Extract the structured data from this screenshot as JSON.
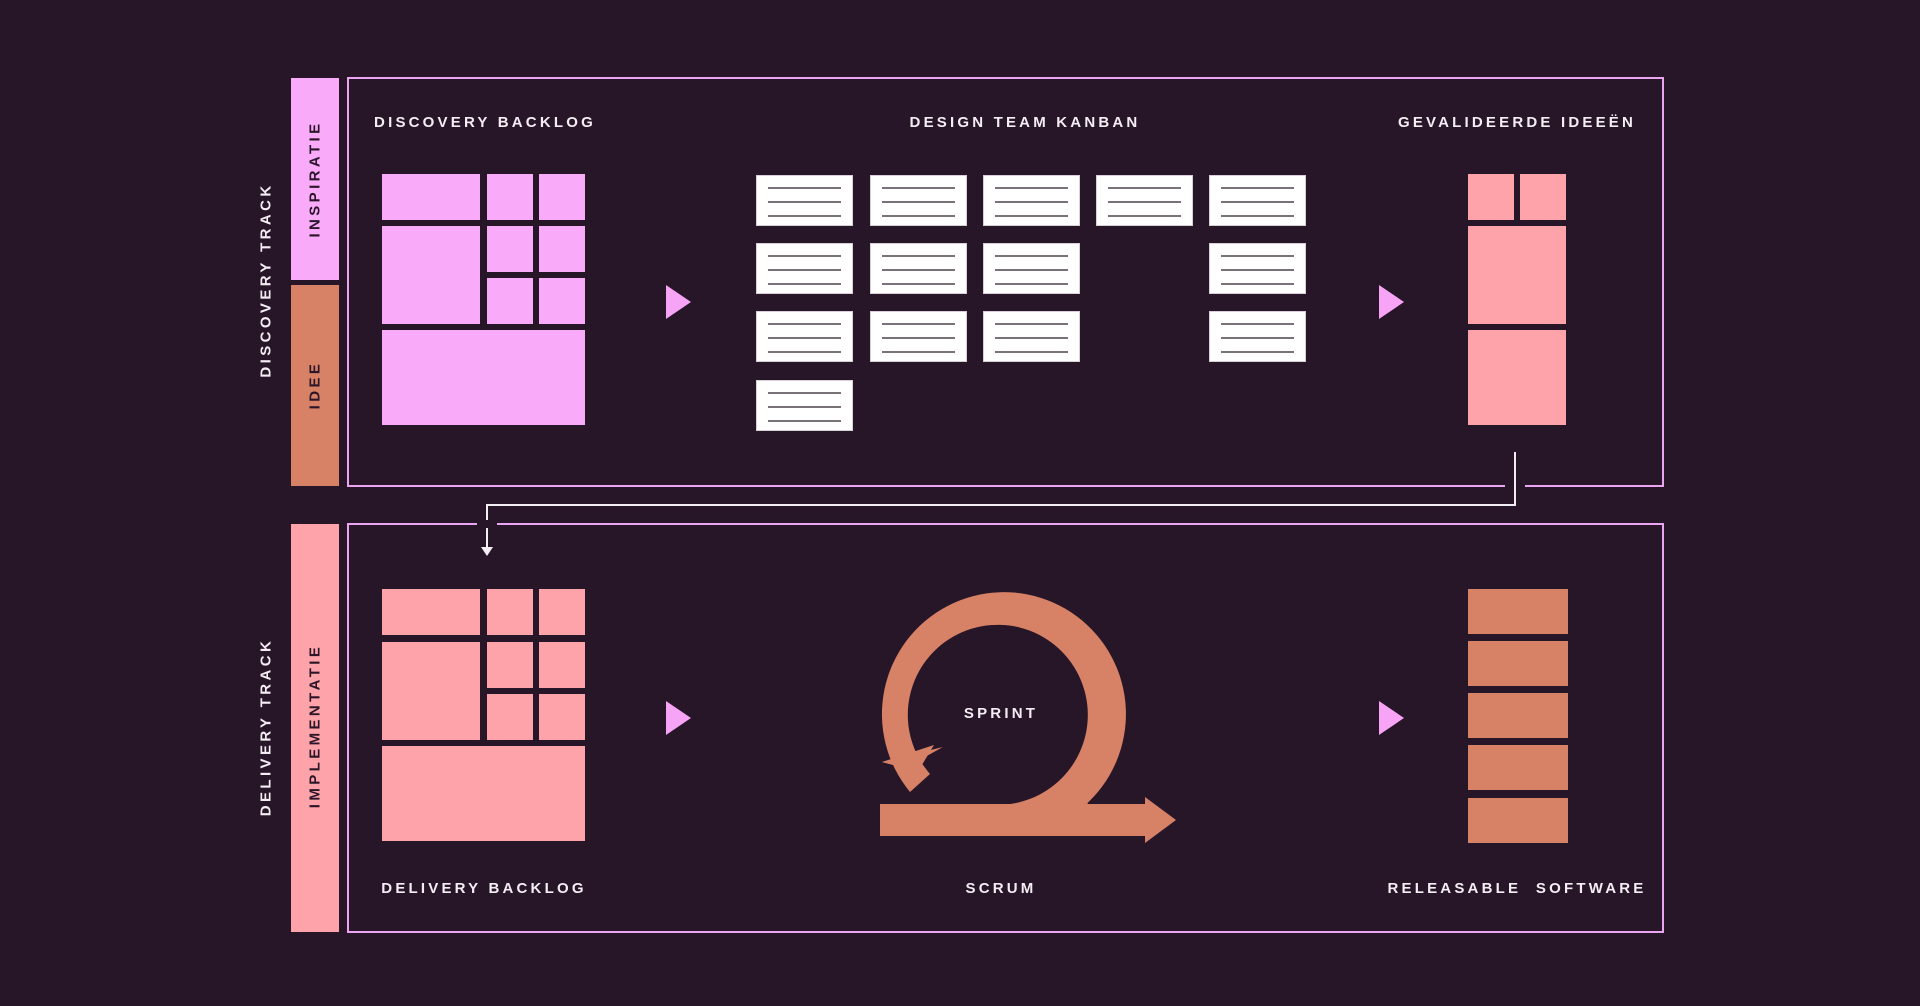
{
  "colors": {
    "background": "#271528",
    "discovery_pink": "#f9aaf9",
    "salmon": "#ffa3aa",
    "orange": "#d78166",
    "frame": "#eaa4f1",
    "card": "#ffffff",
    "text": "#f4eef4"
  },
  "discovery": {
    "track_label": "DISCOVERY TRACK",
    "phases": [
      {
        "label": "INSPIRATIE",
        "color": "#f9aaf9"
      },
      {
        "label": "IDEE",
        "color": "#d78166"
      }
    ],
    "columns": {
      "backlog_title": "DISCOVERY BACKLOG",
      "kanban_title": "DESIGN TEAM KANBAN",
      "validated_title": "GEVALIDEERDE IDEEËN"
    },
    "kanban": {
      "columns": [
        {
          "cards": 4
        },
        {
          "cards": 3
        },
        {
          "cards": 3
        },
        {
          "cards": 1
        },
        {
          "cards": 3
        }
      ]
    }
  },
  "delivery": {
    "track_label": "DELIVERY TRACK",
    "phases": [
      {
        "label": "IMPLEMENTATIE",
        "color": "#ffa3aa"
      }
    ],
    "columns": {
      "backlog_title": "DELIVERY BACKLOG",
      "scrum_title": "SCRUM",
      "sprint_label": "SPRINT",
      "release_title": "RELEASABLE  SOFTWARE"
    },
    "release_blocks": 5
  },
  "icons": {
    "flow_arrow": "triangle-right-icon",
    "sprint_loop": "circular-arrow-icon",
    "connector": "down-arrow-icon"
  }
}
